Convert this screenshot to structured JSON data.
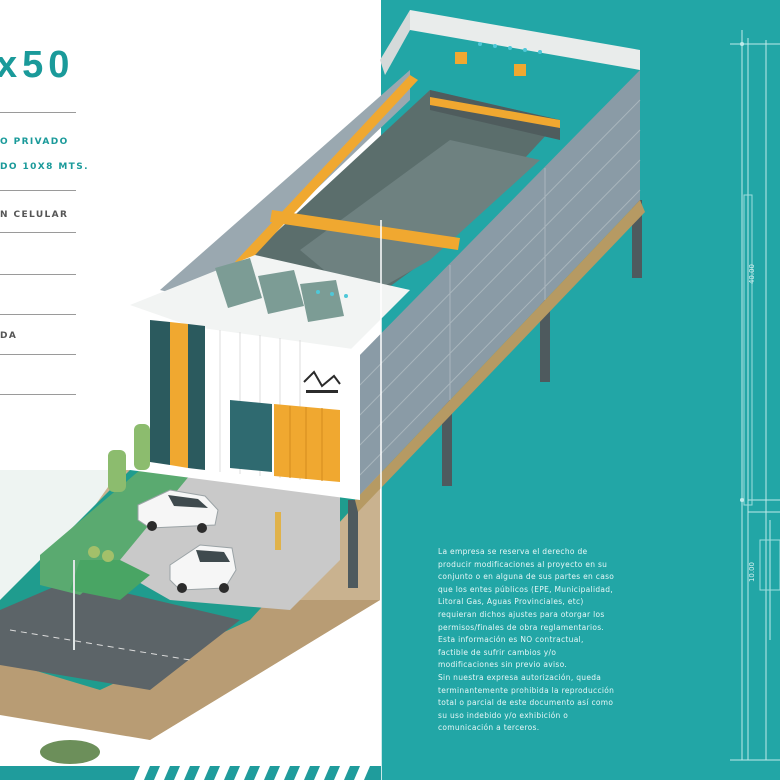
{
  "brochure": {
    "title_fragment": "x50",
    "features": [
      "O PRIVADO",
      "DO 10X8 MTS.",
      "N CELULAR",
      "DA"
    ]
  },
  "plan": {
    "dim_depth": "40.00",
    "dim_width": "10.00"
  },
  "disclaimer": {
    "lines": [
      "La empresa se reserva el derecho de",
      "producir modificaciones al proyecto en su",
      "conjunto o en alguna de sus partes en caso",
      "que los entes públicos (EPE, Municipalidad,",
      "Litoral Gas, Aguas Provinciales, etc)",
      "requieran dichos ajustes para otorgar los",
      "permisos/finales de obra reglamentarios.",
      "Esta información es NO contractual,",
      "factible de sufrir cambios y/o",
      "modificaciones sin previo aviso.",
      "Sin nuestra expresa autorización, queda",
      "terminantemente prohibida la reproducción",
      "total o parcial de este documento así como",
      "su uso indebido y/o exhibición o",
      "comunicación a terceros."
    ]
  },
  "colors": {
    "teal_panel": "#22a6a6",
    "title_teal": "#1a9a9a",
    "accent_orange": "#f0a830",
    "wall_gray": "#8a9ba6"
  }
}
